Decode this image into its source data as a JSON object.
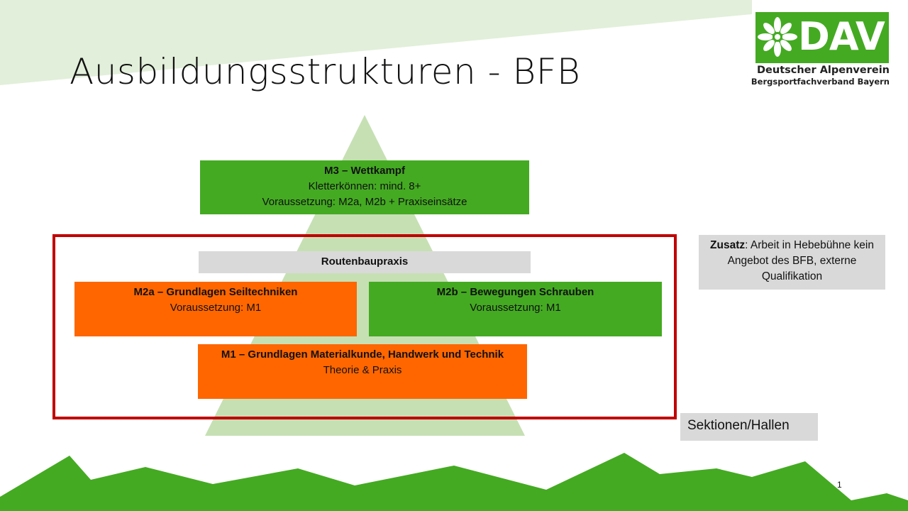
{
  "slide": {
    "title": "Ausbildungsstrukturen - BFB",
    "page_number": "1"
  },
  "logo": {
    "text": "DAV",
    "line1": "Deutscher Alpenverein",
    "line2": "Bergsportfachverband Bayern"
  },
  "pyramid": {
    "m3": {
      "title": "M3 – Wettkampf",
      "line1": "Kletterkönnen: mind. 8+",
      "line2": "Voraussetzung: M2a, M2b + Praxiseinsätze"
    },
    "routenbau": {
      "label": "Routenbaupraxis"
    },
    "m2a": {
      "title": "M2a – Grundlagen Seiltechniken",
      "line1": "Voraussetzung: M1"
    },
    "m2b": {
      "title": "M2b – Bewegungen Schrauben",
      "line1": "Voraussetzung: M1"
    },
    "m1": {
      "title": "M1 – Grundlagen Materialkunde, Handwerk und Technik",
      "line1": "Theorie & Praxis"
    }
  },
  "zusatz": {
    "label": "Zusatz",
    "text": ": Arbeit in Hebebühne kein Angebot des BFB, externe Qualifikation"
  },
  "sektionen": {
    "label": "Sektionen/Hallen"
  },
  "colors": {
    "green": "#44aa22",
    "orange": "#ff6600",
    "grey": "#d9d9d9",
    "frame_red": "#c00000",
    "pyramid_green": "#c6e0b4",
    "banner_green": "#e2efda"
  }
}
